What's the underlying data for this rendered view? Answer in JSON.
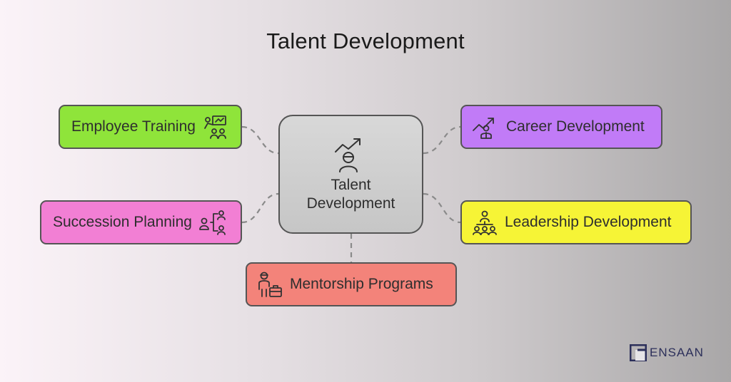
{
  "title": "Talent Development",
  "center": {
    "label": "Talent Development",
    "icon": "growth-person-icon"
  },
  "nodes": {
    "employee_training": {
      "label": "Employee Training",
      "icon": "training-presentation-icon",
      "color": "#8fe43a"
    },
    "succession_planning": {
      "label": "Succession Planning",
      "icon": "succession-hierarchy-icon",
      "color": "#f27fd4"
    },
    "mentorship_programs": {
      "label": "Mentorship Programs",
      "icon": "mentor-briefcase-icon",
      "color": "#f3837a"
    },
    "career_development": {
      "label": "Career Development",
      "icon": "career-growth-icon",
      "color": "#c17bf7"
    },
    "leadership_development": {
      "label": "Leadership Development",
      "icon": "leader-team-icon",
      "color": "#f6f436"
    }
  },
  "logo": {
    "text": "ENSAAN",
    "color": "#2c2f5a"
  }
}
